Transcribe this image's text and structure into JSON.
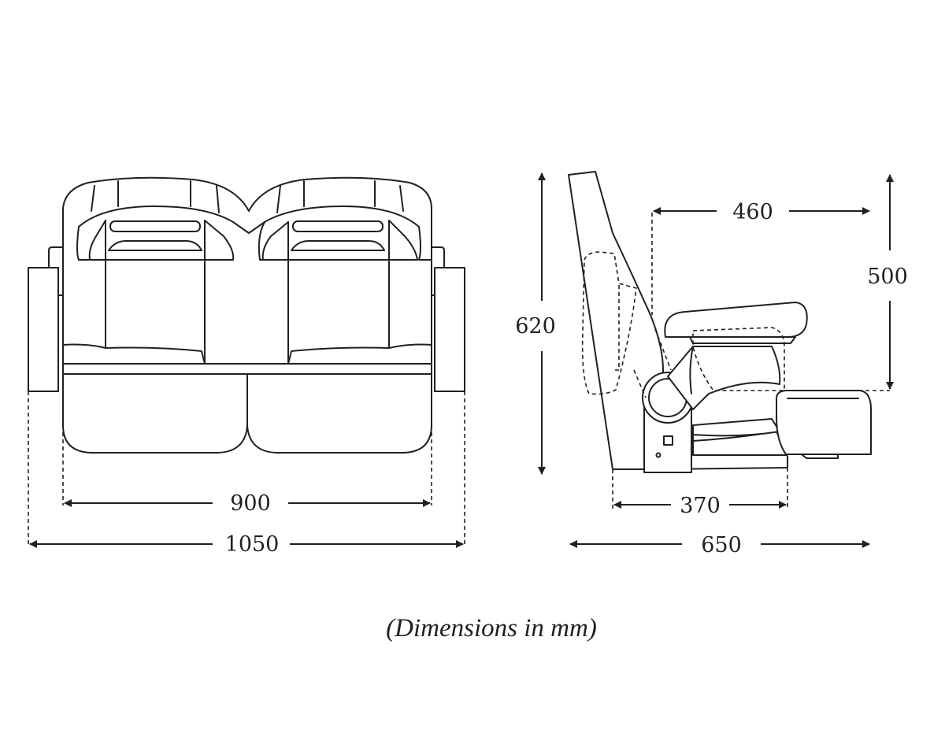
{
  "front_view": {
    "inner_width_label": "900",
    "overall_width_label": "1050"
  },
  "side_view": {
    "depth_top_label": "460",
    "seat_height_label": "500",
    "overall_height_label": "620",
    "base_depth_label": "370",
    "overall_depth_label": "650"
  },
  "caption": "(Dimensions in mm)",
  "colors": {
    "line": "#231f20",
    "background": "#ffffff"
  }
}
